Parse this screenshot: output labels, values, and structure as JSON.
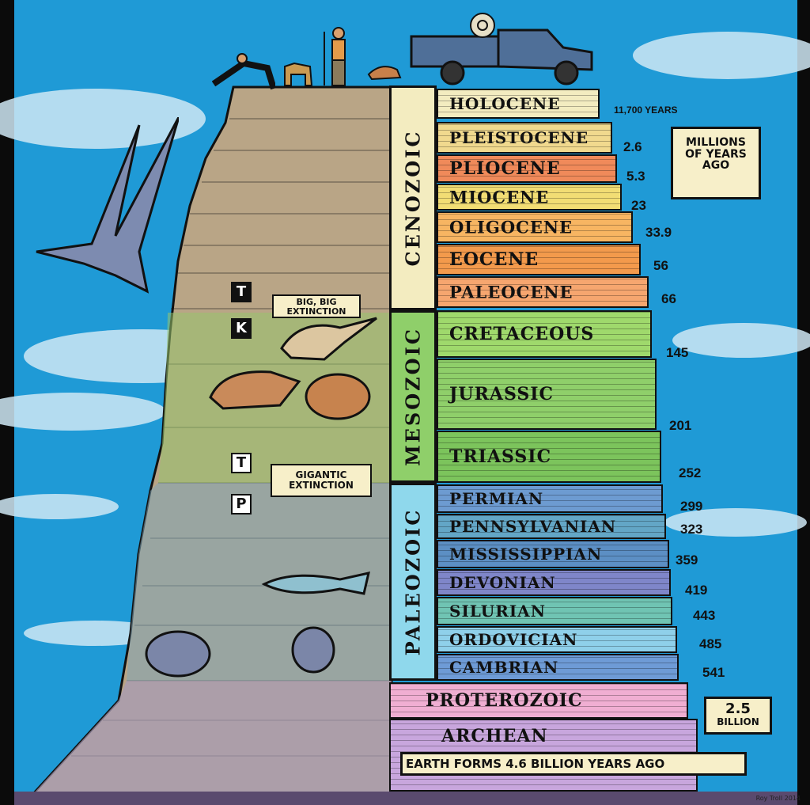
{
  "eras": [
    {
      "name": "CENOZOIC",
      "color": "#f3ecc0"
    },
    {
      "name": "MESOZOIC",
      "color": "#8fcf6a"
    },
    {
      "name": "PALEOZOIC",
      "color": "#8fd8ec"
    }
  ],
  "periods": [
    {
      "name": "HOLOCENE",
      "color": "#f3ecc0",
      "age": "11,700 YEARS"
    },
    {
      "name": "PLEISTOCENE",
      "color": "#f1d98e",
      "age": "2.6"
    },
    {
      "name": "PLIOCENE",
      "color": "#f08a5a",
      "age": "5.3"
    },
    {
      "name": "MIOCENE",
      "color": "#f2dd74",
      "age": "23"
    },
    {
      "name": "OLIGOCENE",
      "color": "#f7b562",
      "age": "33.9"
    },
    {
      "name": "EOCENE",
      "color": "#f39a4c",
      "age": "56"
    },
    {
      "name": "PALEOCENE",
      "color": "#f6a66f",
      "age": "66"
    },
    {
      "name": "CRETACEOUS",
      "color": "#9fd96c",
      "age": "145"
    },
    {
      "name": "JURASSIC",
      "color": "#8fcf6a",
      "age": "201"
    },
    {
      "name": "TRIASSIC",
      "color": "#7cc45c",
      "age": "252"
    },
    {
      "name": "PERMIAN",
      "color": "#6d9bd1",
      "age": "299"
    },
    {
      "name": "PENNSYLVANIAN",
      "color": "#63a6c6",
      "age": "323"
    },
    {
      "name": "MISSISSIPPIAN",
      "color": "#5c8fc4",
      "age": "359"
    },
    {
      "name": "DEVONIAN",
      "color": "#7f86c9",
      "age": "419"
    },
    {
      "name": "SILURIAN",
      "color": "#70c4b3",
      "age": "443"
    },
    {
      "name": "ORDOVICIAN",
      "color": "#8fd0ea",
      "age": "485"
    },
    {
      "name": "CAMBRIAN",
      "color": "#6e9bd6",
      "age": "541"
    },
    {
      "name": "PROTEROZOIC",
      "color": "#f0aed2",
      "age": ""
    },
    {
      "name": "ARCHEAN",
      "color": "#c8a6dd",
      "age": ""
    }
  ],
  "callouts": {
    "units": "MILLIONS OF YEARS AGO",
    "billion_value": "2.5",
    "billion_unit": "BILLION",
    "earth_forms": "EARTH FORMS 4.6 BILLION YEARS AGO"
  },
  "extinctions": {
    "kt_letters": [
      "T",
      "K"
    ],
    "kt_label": "BIG, BIG EXTINCTION",
    "pt_letters": [
      "T",
      "P"
    ],
    "pt_label": "GIGANTIC EXTINCTION"
  },
  "signature": "Roy Troll 2014",
  "colors": {
    "sky": "#1f9ad6",
    "cloud": "#cfe8f5",
    "outline": "#111111",
    "cliff_left": "#b9a586",
    "label_paper": "#f7efc9"
  },
  "icons": [
    "pterosaur-icon",
    "truck-icon",
    "ammonite-icon",
    "dog-icon",
    "rabbit-icon",
    "person-icon",
    "trilobite-icon",
    "skull-icon",
    "fish-icon",
    "fern-icon"
  ]
}
